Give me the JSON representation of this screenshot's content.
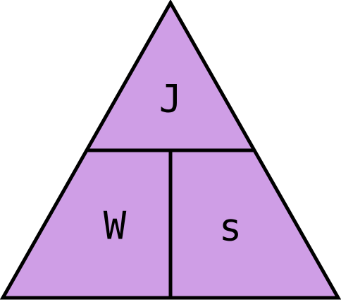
{
  "diagram": {
    "fill_color": "#cf9ee6",
    "stroke_color": "#000000",
    "labels": {
      "top": "J",
      "bottom_left": "W",
      "bottom_right": "s"
    }
  }
}
